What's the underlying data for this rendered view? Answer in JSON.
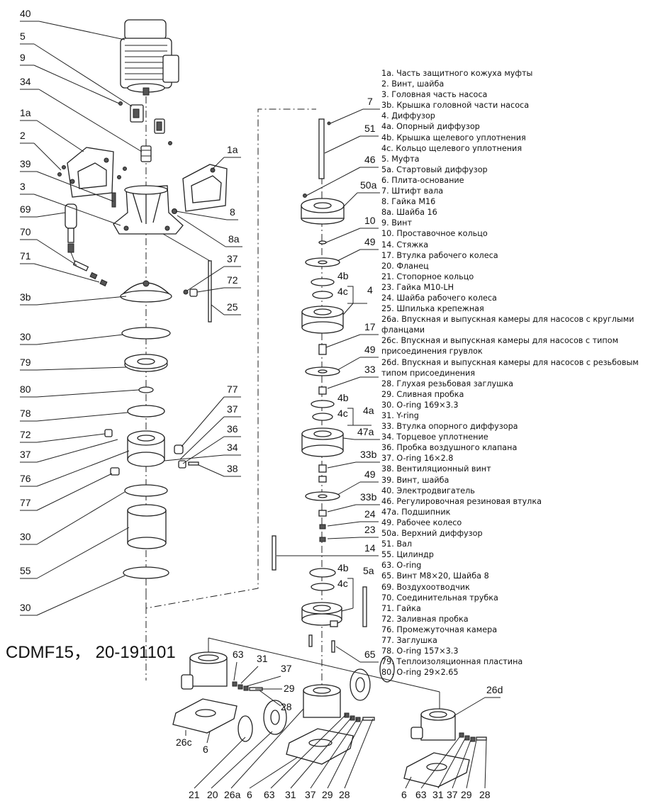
{
  "model_label": "CDMF15，  20-191101",
  "legend": [
    "1a. Часть защитного кожуха муфты",
    "2. Винт, шайба",
    "3. Головная часть насоса",
    "3b. Крышка головной части насоса",
    "4. Диффузор",
    "4a. Опорный диффузор",
    "4b. Крышка щелевого уплотнения",
    "4c. Кольцо щелевого уплотнения",
    "5. Муфта",
    "5a. Стартовый диффузор",
    "6. Плита-основание",
    "7. Штифт вала",
    "8. Гайка M16",
    "8a. Шайба 16",
    "9. Винт",
    "10. Проставочное кольцо",
    "14. Стяжка",
    "17. Втулка рабочего колеса",
    "20. Фланец",
    "21. Стопорное кольцо",
    "23. Гайка M10-LH",
    "24. Шайба рабочего колеса",
    "25. Шпилька крепежная",
    "26a. Впускная и выпускная камеры для насосов с круглыми фланцами",
    "26c. Впускная и выпускная камеры для насосов с типом присоединения грувлок",
    "26d. Впускная и выпускная камеры для насосов с резьбовым типом присоединения",
    "28. Глухая резьбовая заглушка",
    "29. Сливная пробка",
    "30. O-ring 169×3.3",
    "31. Y-ring",
    "33. Втулка опорного диффузора",
    "34. Торцевое уплотнение",
    "36. Пробка воздушного клапана",
    "37. O-ring 16×2.8",
    "38. Вентиляционный винт",
    "39. Винт, шайба",
    "40. Электродвигатель",
    "46. Регулировочная резиновая втулка",
    "47a. Подшипник",
    "49. Рабочее колесо",
    "50a. Верхний диффузор",
    "51. Вал",
    "55. Цилиндр",
    "63. O-ring",
    "65. Винт M8×20, Шайба 8",
    "69. Воздухоотводчик",
    "70. Соединительная трубка",
    "71. Гайка",
    "72. Заливная пробка",
    "76. Промежуточная камера",
    "77. Заглушка",
    "78. O-ring 157×3.3",
    "79. Теплоизоляционная пластина",
    "80. O-ring 29×2.65"
  ],
  "callouts_left": {
    "c40": "40",
    "c5": "5",
    "c9": "9",
    "c34": "34",
    "c1a_l": "1a",
    "c2": "2",
    "c1a_r": "1a",
    "c39": "39",
    "c3": "3",
    "c8": "8",
    "c69": "69",
    "c8a": "8a",
    "c70": "70",
    "c37a": "37",
    "c71": "71",
    "c72a": "72",
    "c3b": "3b",
    "c25": "25",
    "c30a": "30",
    "c79": "79",
    "c80": "80",
    "c77a": "77",
    "c78": "78",
    "c37b": "37",
    "c72b": "72",
    "c36": "36",
    "c37c": "37",
    "c34b": "34",
    "c38": "38",
    "c76": "76",
    "c77b": "77",
    "c30b": "30",
    "c55": "55",
    "c30c": "30"
  },
  "callouts_mid": {
    "c7": "7",
    "c51": "51",
    "c46": "46",
    "c50a": "50a",
    "c10": "10",
    "c49a": "49",
    "c4b_1": "4b",
    "c4c_1": "4c",
    "c4": "4",
    "c17": "17",
    "c49b": "49",
    "c33": "33",
    "c4b_2": "4b",
    "c4c_2": "4c",
    "c4a": "4a",
    "c47a": "47a",
    "c33b_1": "33b",
    "c49c": "49",
    "c33b_2": "33b",
    "c24": "24",
    "c23": "23",
    "c14": "14",
    "c4b_3": "4b",
    "c5a": "5a",
    "c4c_3": "4c",
    "c65": "65"
  },
  "callouts_bottom": {
    "b63": "63",
    "b31": "31",
    "b37": "37",
    "b29": "29",
    "b28": "28",
    "b26c": "26c",
    "b6": "6",
    "b26d": "26d",
    "r21": "21",
    "r20": "20",
    "r26a": "26a",
    "r6a": "6",
    "r63a": "63",
    "r31a": "31",
    "r37a": "37",
    "r29a": "29",
    "r28a": "28",
    "r6b": "6",
    "r63b": "63",
    "r31b": "31",
    "r37b": "37",
    "r29b": "29",
    "r28b": "28"
  }
}
